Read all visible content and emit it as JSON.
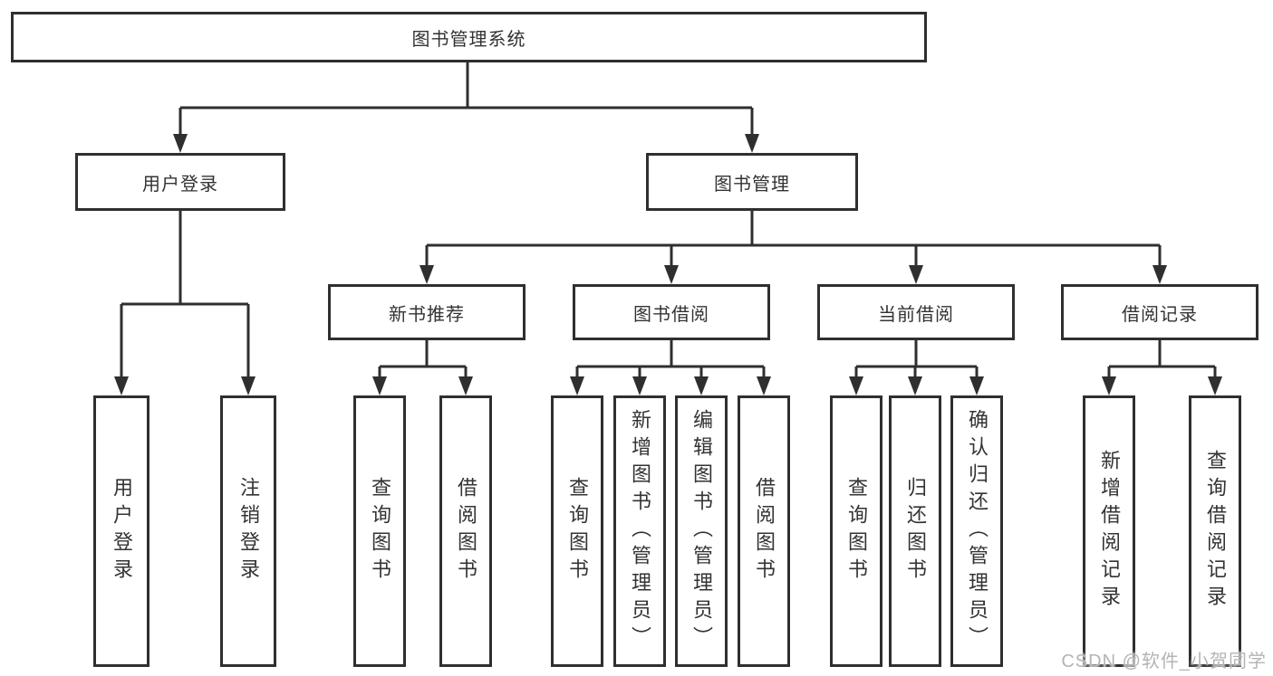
{
  "diagram": {
    "root": "图书管理系统",
    "branches": {
      "user_login": {
        "label": "用户登录",
        "children": [
          "用户登录",
          "注销登录"
        ]
      },
      "book_management": {
        "label": "图书管理"
      }
    },
    "modules": [
      {
        "label": "新书推荐",
        "children": [
          "查询图书",
          "借阅图书"
        ]
      },
      {
        "label": "图书借阅",
        "children": [
          "查询图书",
          "新增图书（管理员）",
          "编辑图书（管理员）",
          "借阅图书"
        ]
      },
      {
        "label": "当前借阅",
        "children": [
          "查询图书",
          "归还图书",
          "确认归还（管理员）"
        ]
      },
      {
        "label": "借阅记录",
        "children": [
          "新增借阅记录",
          "查询借阅记录"
        ]
      }
    ]
  },
  "watermark": {
    "text": "CSDN @软件_小贺同学"
  },
  "colors": {
    "line": "#2f2f2f",
    "box_border": "#2f2f2f",
    "text": "#333333",
    "watermark": "#b4b4b4",
    "background": "#ffffff"
  }
}
